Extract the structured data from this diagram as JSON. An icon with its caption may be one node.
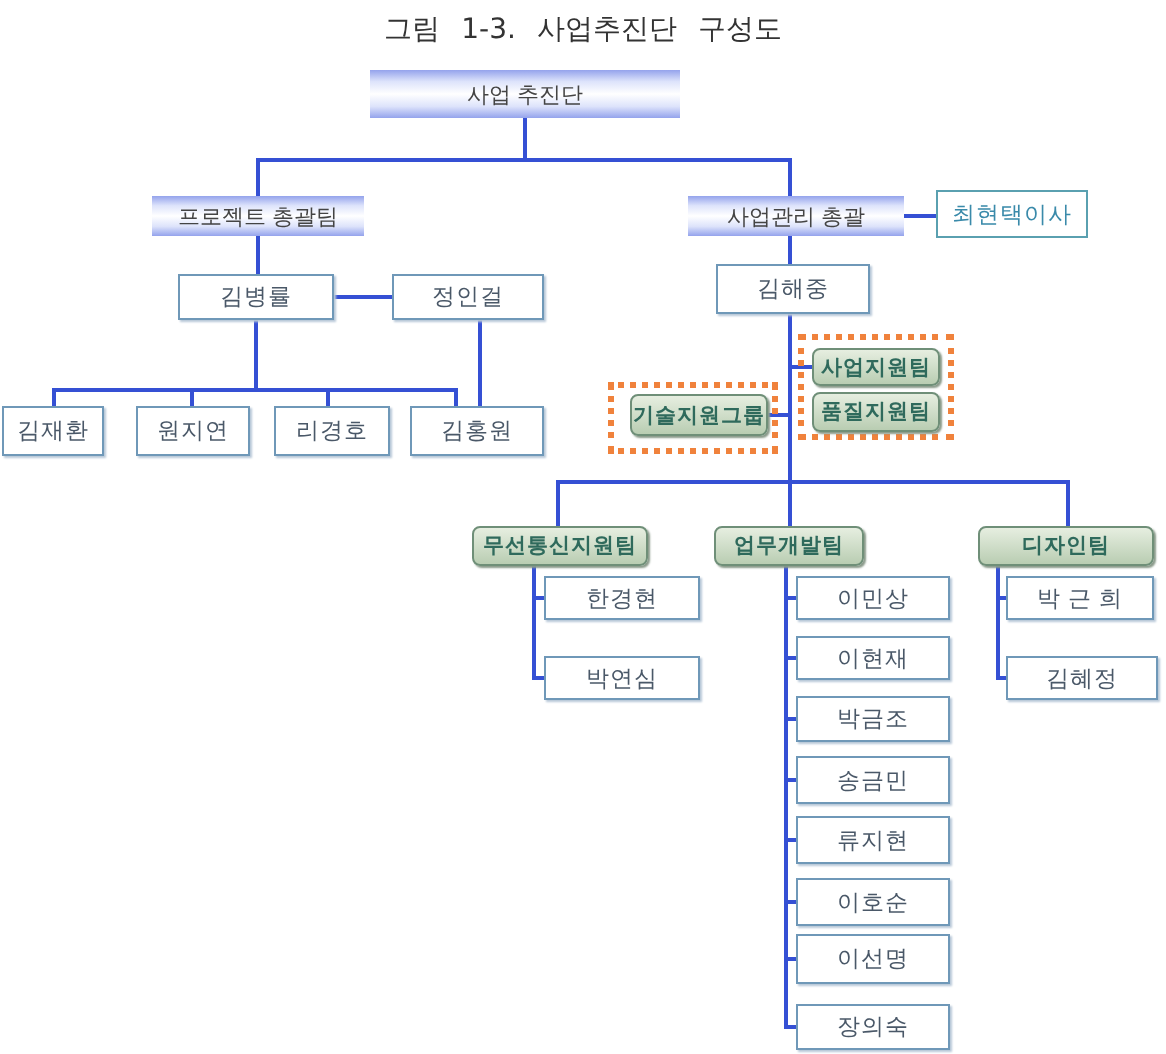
{
  "diagram": {
    "title": "그림 1-3. 사업추진단 구성도",
    "nodes": [
      {
        "text": [
          "사업 추진단"
        ]
      },
      {
        "text": [
          "프로젝트 총괄팀"
        ]
      },
      {
        "text": [
          "사업관리 총괄"
        ]
      },
      {
        "text": [
          "최현택이사"
        ]
      },
      {
        "text": [
          "김병률"
        ]
      },
      {
        "text": [
          "정인걸"
        ]
      },
      {
        "text": [
          "김재환"
        ]
      },
      {
        "text": [
          "원지연"
        ]
      },
      {
        "text": [
          "리경호"
        ]
      },
      {
        "text": [
          "김홍원"
        ]
      },
      {
        "text": [
          "김해중"
        ]
      },
      {
        "text": [],
        "shape": "box"
      },
      {
        "text": [
          "사업지원팀"
        ],
        "in": 11
      },
      {
        "text": [
          "품질지원팀"
        ],
        "in": 11
      },
      {
        "text": [],
        "shape": "box"
      },
      {
        "text": [
          "기술지원그룹"
        ],
        "in": 14
      },
      {
        "text": [
          "무선통신지원팀"
        ]
      },
      {
        "text": [
          "한경현"
        ]
      },
      {
        "text": [
          "박연심"
        ]
      },
      {
        "text": [
          "업무개발팀"
        ]
      },
      {
        "text": [
          "이민상"
        ]
      },
      {
        "text": [
          "이현재"
        ]
      },
      {
        "text": [
          "박금조"
        ]
      },
      {
        "text": [
          "송금민"
        ]
      },
      {
        "text": [
          "류지현"
        ]
      },
      {
        "text": [
          "이호순"
        ]
      },
      {
        "text": [
          "이선명"
        ]
      },
      {
        "text": [
          "장의숙"
        ]
      },
      {
        "text": [
          "디자인팀"
        ]
      },
      {
        "text": [
          "박 근 희"
        ]
      },
      {
        "text": [
          "김혜정"
        ]
      }
    ],
    "edges": [
      {
        "from": 0,
        "to": 1,
        "arrow": "none"
      },
      {
        "from": 0,
        "to": 2,
        "arrow": "none"
      },
      {
        "from": 2,
        "to": 3,
        "arrow": "none"
      },
      {
        "from": 1,
        "to": 4,
        "arrow": "none"
      },
      {
        "from": 4,
        "to": 5,
        "arrow": "none"
      },
      {
        "from": 4,
        "to": 6,
        "arrow": "none"
      },
      {
        "from": 4,
        "to": 7,
        "arrow": "none"
      },
      {
        "from": 4,
        "to": 8,
        "arrow": "none"
      },
      {
        "from": 4,
        "to": 9,
        "arrow": "none"
      },
      {
        "from": 5,
        "to": 9,
        "arrow": "none"
      },
      {
        "from": 2,
        "to": 10,
        "arrow": "none"
      },
      {
        "from": 10,
        "to": 12,
        "arrow": "none"
      },
      {
        "from": 10,
        "to": 15,
        "arrow": "none"
      },
      {
        "from": 10,
        "to": 16,
        "arrow": "none"
      },
      {
        "from": 10,
        "to": 19,
        "arrow": "none"
      },
      {
        "from": 10,
        "to": 28,
        "arrow": "none"
      },
      {
        "from": 16,
        "to": 17,
        "arrow": "none"
      },
      {
        "from": 16,
        "to": 18,
        "arrow": "none"
      },
      {
        "from": 19,
        "to": 20,
        "arrow": "none"
      },
      {
        "from": 19,
        "to": 21,
        "arrow": "none"
      },
      {
        "from": 19,
        "to": 22,
        "arrow": "none"
      },
      {
        "from": 19,
        "to": 23,
        "arrow": "none"
      },
      {
        "from": 19,
        "to": 24,
        "arrow": "none"
      },
      {
        "from": 19,
        "to": 25,
        "arrow": "none"
      },
      {
        "from": 19,
        "to": 26,
        "arrow": "none"
      },
      {
        "from": 19,
        "to": 27,
        "arrow": "none"
      },
      {
        "from": 28,
        "to": 29,
        "arrow": "none"
      },
      {
        "from": 28,
        "to": 30,
        "arrow": "none"
      }
    ]
  }
}
